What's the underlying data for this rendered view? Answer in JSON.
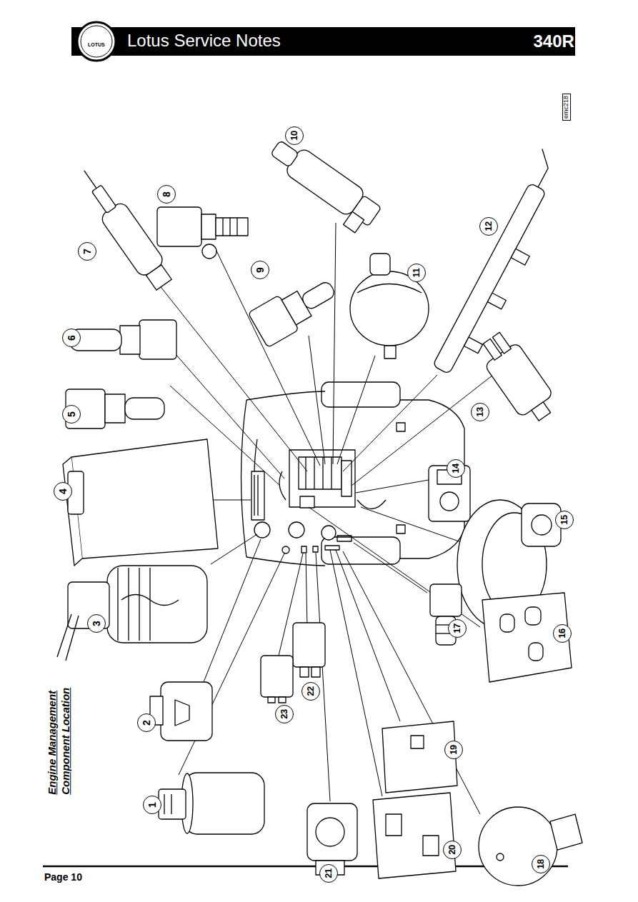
{
  "diagram": {
    "title": "Lotus Service Notes",
    "labels": [
      "LOTUS",
      "340R",
      "emc218",
      "Engine Management Component Location",
      "1",
      "2",
      "3",
      "4",
      "5",
      "6",
      "7",
      "8",
      "9",
      "10",
      "11",
      "12",
      "13",
      "14",
      "15",
      "16",
      "17",
      "18",
      "19",
      "20",
      "21",
      "22",
      "23",
      "Page 10"
    ]
  }
}
